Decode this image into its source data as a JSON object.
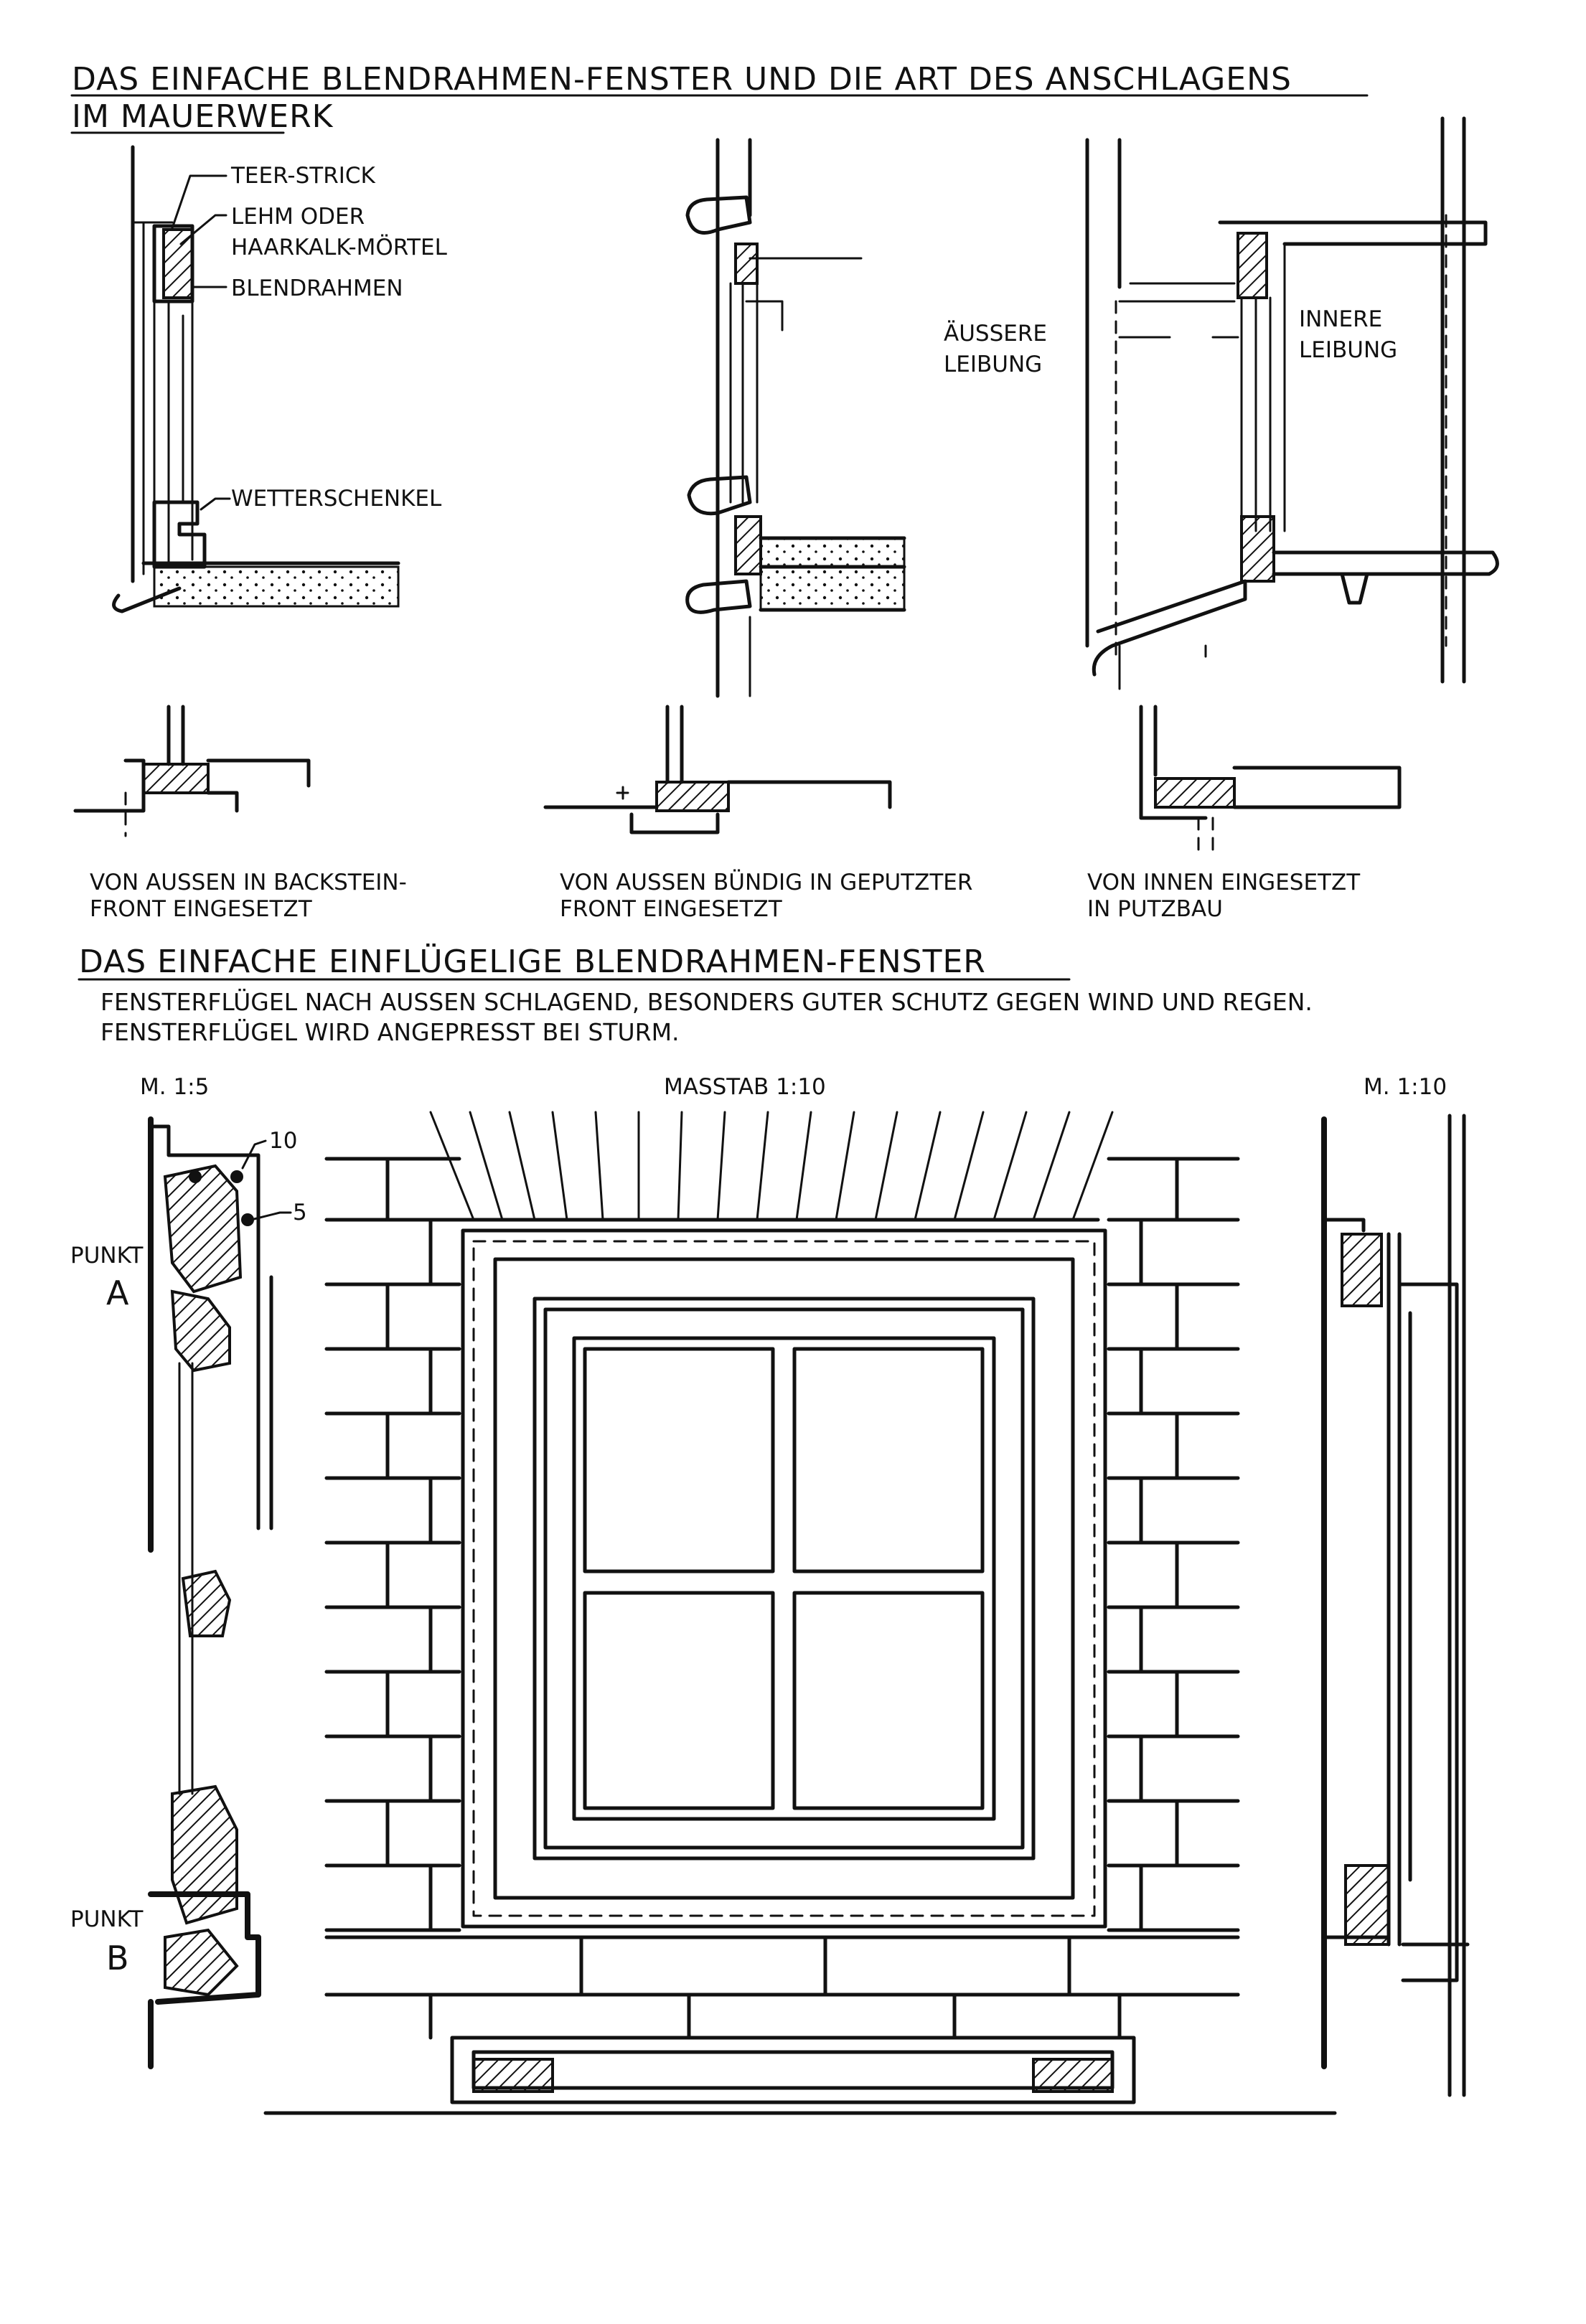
{
  "title_top": "DAS EINFACHE BLENDRAHMEN-FENSTER UND DIE ART DES ANSCHLAGENS IM MAUERWERK",
  "title_top_lines": [
    "DAS EINFACHE BLENDRAHMEN-FENSTER UND DIE ART DES ANSCHLAGENS",
    "IM MAUERWERK"
  ],
  "labels_section1": {
    "teer_strick": "TEER-STRICK",
    "lehm_oder": "LEHM ODER",
    "haarkalk": "HAARKALK-MÖRTEL",
    "blendrahmen": "BLENDRAHMEN",
    "wetterschenkel": "WETTERSCHENKEL",
    "aussere": "ÄUSSERE",
    "leibung_left": "LEIBUNG",
    "innere": "INNERE",
    "leibung_right": "LEIBUNG"
  },
  "captions": [
    {
      "line1": "VON AUSSEN IN BACKSTEIN-",
      "line2": "FRONT EINGESETZT"
    },
    {
      "line1": "VON AUSSEN BÜNDIG IN GEPUTZTER",
      "line2": "FRONT EINGESETZT"
    },
    {
      "line1": "VON INNEN EINGESETZT",
      "line2": "IN PUTZBAU"
    }
  ],
  "title_second": "DAS EINFACHE EINFLÜGELIGE BLENDRAHMEN-FENSTER",
  "description": [
    "FENSTERFLÜGEL NACH AUSSEN SCHLAGEND, BESONDERS GUTER SCHUTZ GEGEN WIND UND REGEN.",
    "FENSTERFLÜGEL WIRD ANGEPRESST BEI STURM."
  ],
  "scales": {
    "left": "M. 1:5",
    "center": "MASSTAB 1:10",
    "right": "M. 1:10"
  },
  "dimension_marks": {
    "a": "10",
    "b": "5"
  },
  "points": {
    "punkt": "PUNKT",
    "a": "A",
    "b": "B"
  }
}
